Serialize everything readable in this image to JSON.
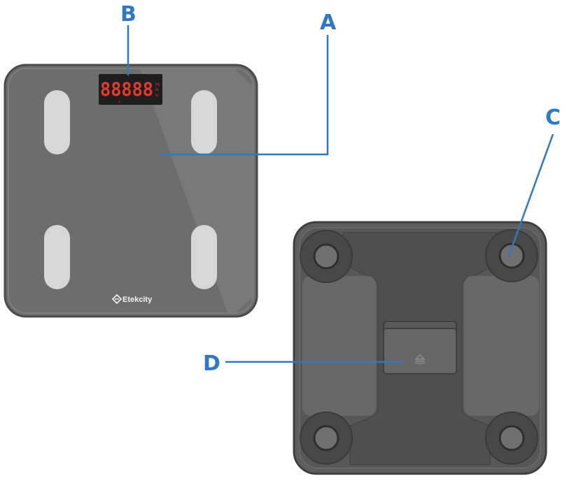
{
  "callouts": {
    "a": "A",
    "b": "B",
    "c": "C",
    "d": "D"
  },
  "front_scale": {
    "brand": "Etekcity",
    "display_digits": "88888",
    "display_units": [
      "kg",
      "lb",
      "st"
    ],
    "display_mark": "x"
  },
  "colors": {
    "callout": "#2f78c4",
    "scale_body": "#6d6d6d",
    "scale_border": "#4a4a4a",
    "electrode": "#d7d7d7",
    "lcd_background": "#1e1e1e",
    "lcd_segments": "#e23a2e",
    "back_body": "#5e5e5e",
    "back_inner": "#4f4f4f"
  }
}
